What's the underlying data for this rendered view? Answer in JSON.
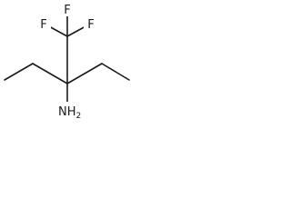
{
  "molecule": {
    "atoms": {
      "f_top": "F",
      "f_left": "F",
      "f_right": "F",
      "amine_main": "NH",
      "amine_sub": "2"
    },
    "colors": {
      "bond": "#1a1a1a",
      "text": "#1a1a1a",
      "background": "#ffffff"
    }
  }
}
